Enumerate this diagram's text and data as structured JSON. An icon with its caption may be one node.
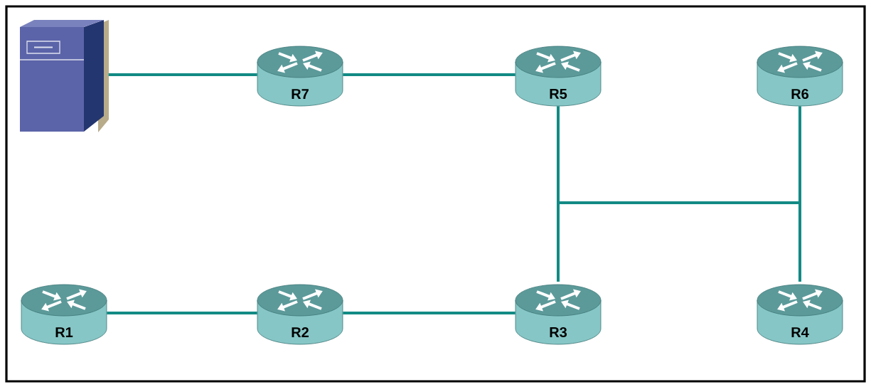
{
  "diagram": {
    "nodes": [
      {
        "text": [],
        "shape": "server"
      },
      {
        "text": [
          "R7"
        ]
      },
      {
        "text": [
          "R5"
        ]
      },
      {
        "text": [
          "R6"
        ]
      },
      {
        "text": [
          "R1"
        ]
      },
      {
        "text": [
          "R2"
        ]
      },
      {
        "text": [
          "R3"
        ]
      },
      {
        "text": [
          "R4"
        ]
      }
    ],
    "edges": [
      {
        "from": 0,
        "to": 1,
        "arrow": "none"
      },
      {
        "from": 1,
        "to": 2,
        "arrow": "none"
      },
      {
        "from": 4,
        "to": 5,
        "arrow": "none"
      },
      {
        "from": 5,
        "to": 6,
        "arrow": "none"
      },
      {
        "from": 2,
        "to": 6,
        "arrow": "none"
      },
      {
        "from": 3,
        "to": 7,
        "arrow": "none"
      },
      {
        "from": 6,
        "to": 7,
        "arrow": "none"
      }
    ]
  }
}
